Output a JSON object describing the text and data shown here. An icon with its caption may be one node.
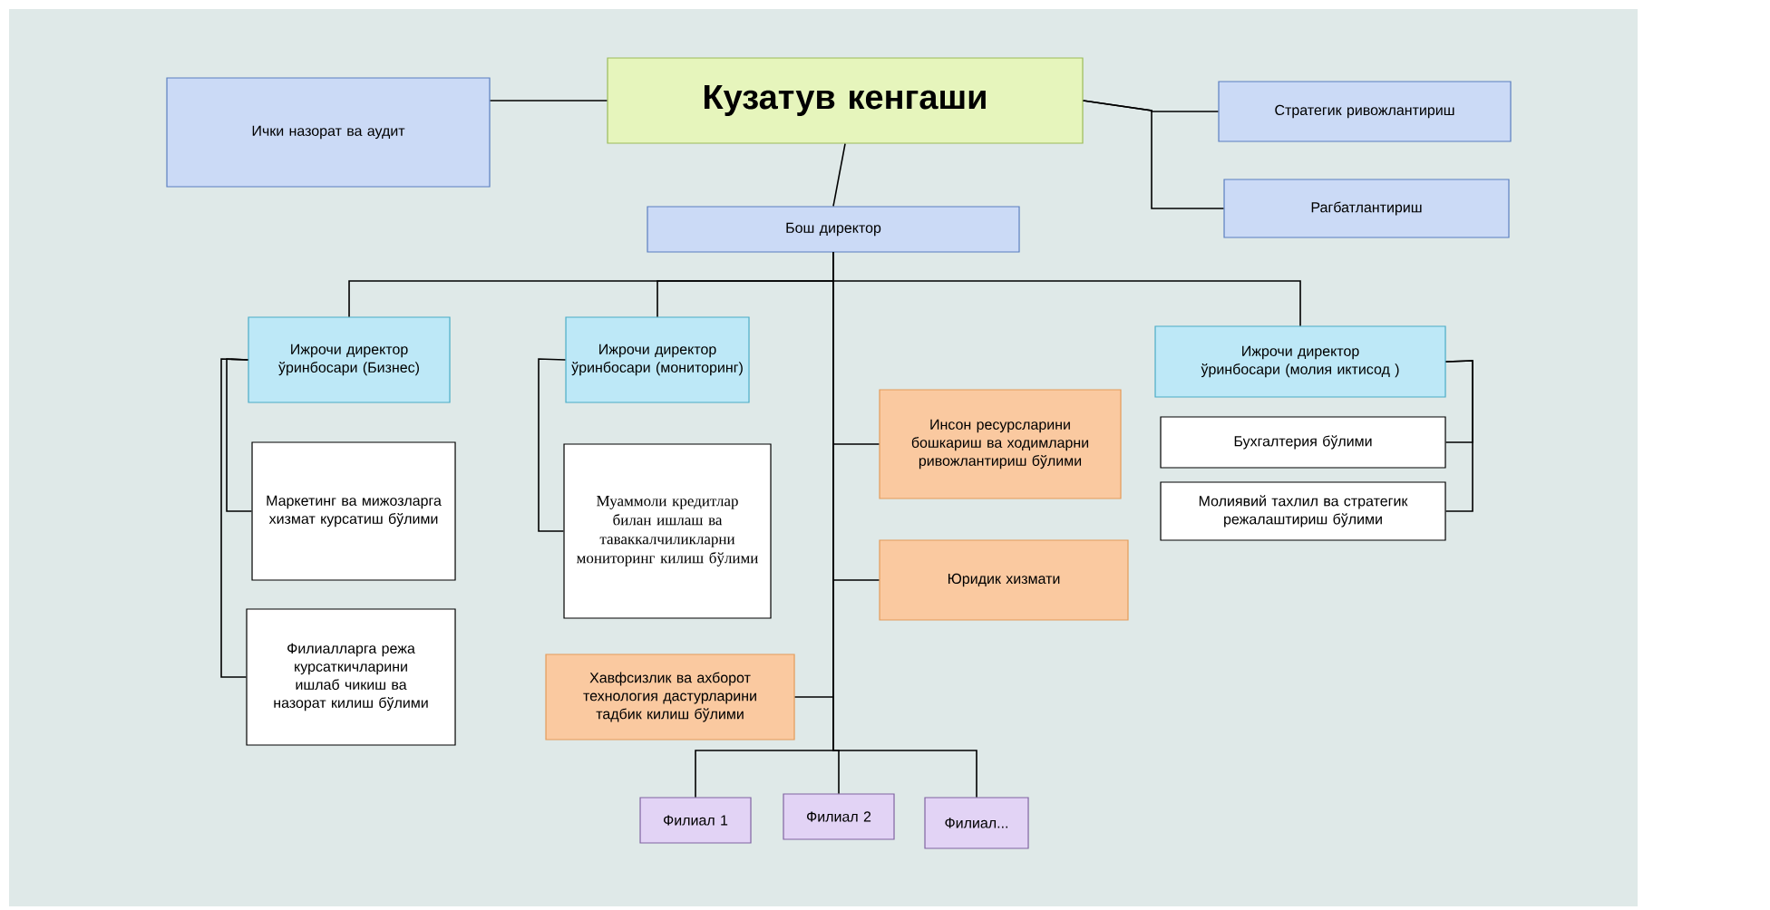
{
  "diagram": {
    "nodes": [
      {
        "text": [
          "Кузатув кенгаши"
        ]
      },
      {
        "text": [
          "Ички назорат ва аудит"
        ]
      },
      {
        "text": [
          "Стратегик ривожлантириш"
        ]
      },
      {
        "text": [
          "Рагбатлантириш"
        ]
      },
      {
        "text": [
          "Бош директор"
        ]
      },
      {
        "text": [
          "Ижрочи директор ўринбосари (Бизнес)"
        ]
      },
      {
        "text": [
          "Ижрочи директор ўринбосари (мониторинг)"
        ]
      },
      {
        "text": [
          "Ижрочи директор ўринбосари (молия иктисод )"
        ]
      },
      {
        "text": [
          "Маркетинг ва мижозларга хизмат курсатиш бўлими"
        ]
      },
      {
        "text": [
          "Филиалларга режа курсаткичларини ишлаб чикиш ва назорат килиш бўлими"
        ]
      },
      {
        "text": [
          "Муаммоли кредитлар билан ишлаш ва таваккалчиликларни мониторинг килиш бўлими"
        ]
      },
      {
        "text": [
          "Хавфсизлик ва ахборот технология дастурларини тадбик килиш бўлими"
        ]
      },
      {
        "text": [
          "Инсон ресурсларини бошкариш ва ходимларни ривожлантириш бўлими"
        ]
      },
      {
        "text": [
          "Юридик хизмати"
        ]
      },
      {
        "text": [
          "Бухгалтерия бўлими"
        ]
      },
      {
        "text": [
          "Молиявий тахлил ва стратегик режалаштириш бўлими"
        ]
      },
      {
        "text": [
          "Филиал 1"
        ]
      },
      {
        "text": [
          "Филиал 2"
        ]
      },
      {
        "text": [
          "Филиал..."
        ]
      }
    ],
    "edges": [
      {
        "from": 0,
        "to": 1,
        "arrow": "none"
      },
      {
        "from": 0,
        "to": 2,
        "arrow": "none"
      },
      {
        "from": 0,
        "to": 3,
        "arrow": "none"
      },
      {
        "from": 0,
        "to": 4,
        "arrow": "none"
      },
      {
        "from": 4,
        "to": 5,
        "arrow": "none"
      },
      {
        "from": 4,
        "to": 6,
        "arrow": "none"
      },
      {
        "from": 4,
        "to": 7,
        "arrow": "none"
      },
      {
        "from": 4,
        "to": 12,
        "arrow": "none"
      },
      {
        "from": 4,
        "to": 13,
        "arrow": "none"
      },
      {
        "from": 4,
        "to": 11,
        "arrow": "none"
      },
      {
        "from": 4,
        "to": 16,
        "arrow": "none"
      },
      {
        "from": 4,
        "to": 17,
        "arrow": "none"
      },
      {
        "from": 4,
        "to": 18,
        "arrow": "none"
      },
      {
        "from": 5,
        "to": 8,
        "arrow": "none"
      },
      {
        "from": 5,
        "to": 9,
        "arrow": "none"
      },
      {
        "from": 6,
        "to": 10,
        "arrow": "none"
      },
      {
        "from": 7,
        "to": 14,
        "arrow": "none"
      },
      {
        "from": 7,
        "to": 15,
        "arrow": "none"
      }
    ]
  }
}
